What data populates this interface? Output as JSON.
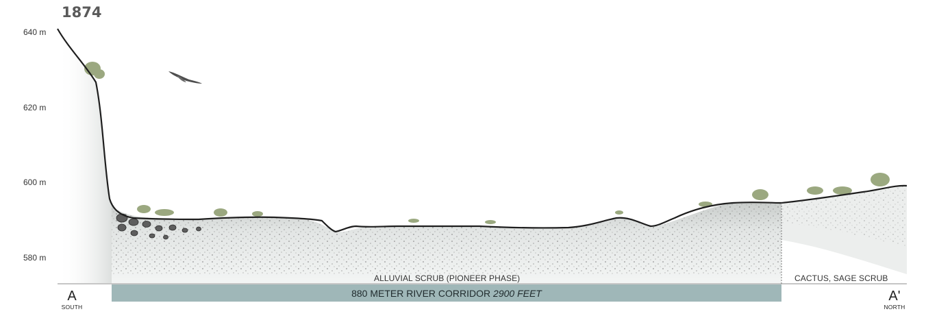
{
  "title": "1874",
  "elevation_labels": [
    "640 m",
    "620 m",
    "600 m",
    "580 m"
  ],
  "zones": {
    "alluvial": "ALLUVIAL SCRUB (PIONEER PHASE)",
    "cactus": "CACTUS, SAGE SCRUB"
  },
  "corridor": {
    "main": "880 METER RIVER CORRIDOR",
    "imperial": "2900 FEET"
  },
  "markers": {
    "start": {
      "letter": "A",
      "direction": "SOUTH"
    },
    "end": {
      "letter": "A'",
      "direction": "NORTH"
    }
  },
  "colors": {
    "corridor_band": "#9fb7b8",
    "ground_line": "#1e1e1e",
    "soil_fill": "#e4e7e6",
    "vegetation": "#8a9a6a"
  },
  "icons": [
    "bird-icon"
  ]
}
